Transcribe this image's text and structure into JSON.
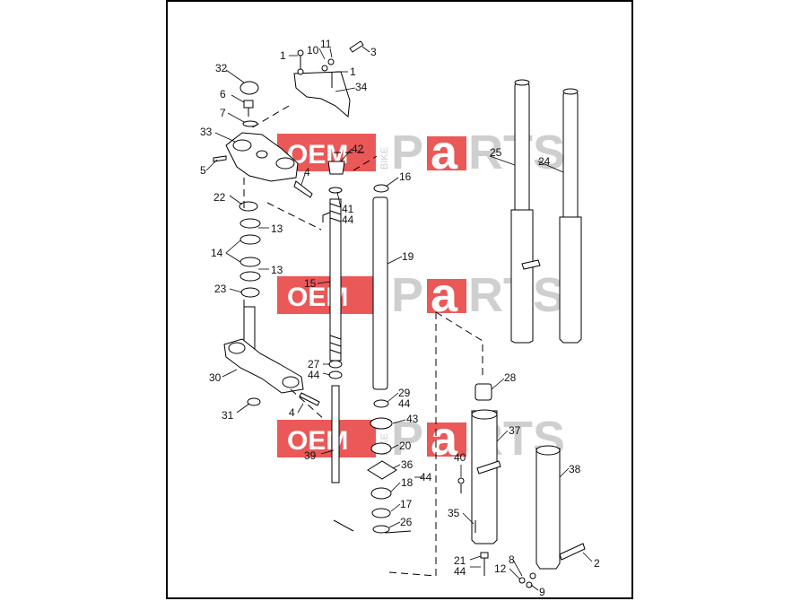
{
  "diagram": {
    "callouts": [
      "1",
      "10",
      "11",
      "3",
      "1",
      "32",
      "34",
      "6",
      "7",
      "33",
      "42",
      "5",
      "4",
      "16",
      "22",
      "41",
      "44",
      "13",
      "14",
      "15",
      "13",
      "23",
      "19",
      "25",
      "24",
      "27",
      "44",
      "30",
      "28",
      "29",
      "44",
      "31",
      "4",
      "43",
      "20",
      "39",
      "37",
      "36",
      "18",
      "40",
      "44",
      "38",
      "17",
      "35",
      "26",
      "21",
      "44",
      "8",
      "2",
      "12",
      "9"
    ]
  },
  "watermark": {
    "oem": "OEM",
    "bike": "BIKE",
    "parts_p": "P",
    "parts_a": "a",
    "parts_rts": "RTS"
  },
  "colors": {
    "watermark_red": "#e63b3b",
    "watermark_gray": "#cfcfcf",
    "line": "#000000"
  }
}
